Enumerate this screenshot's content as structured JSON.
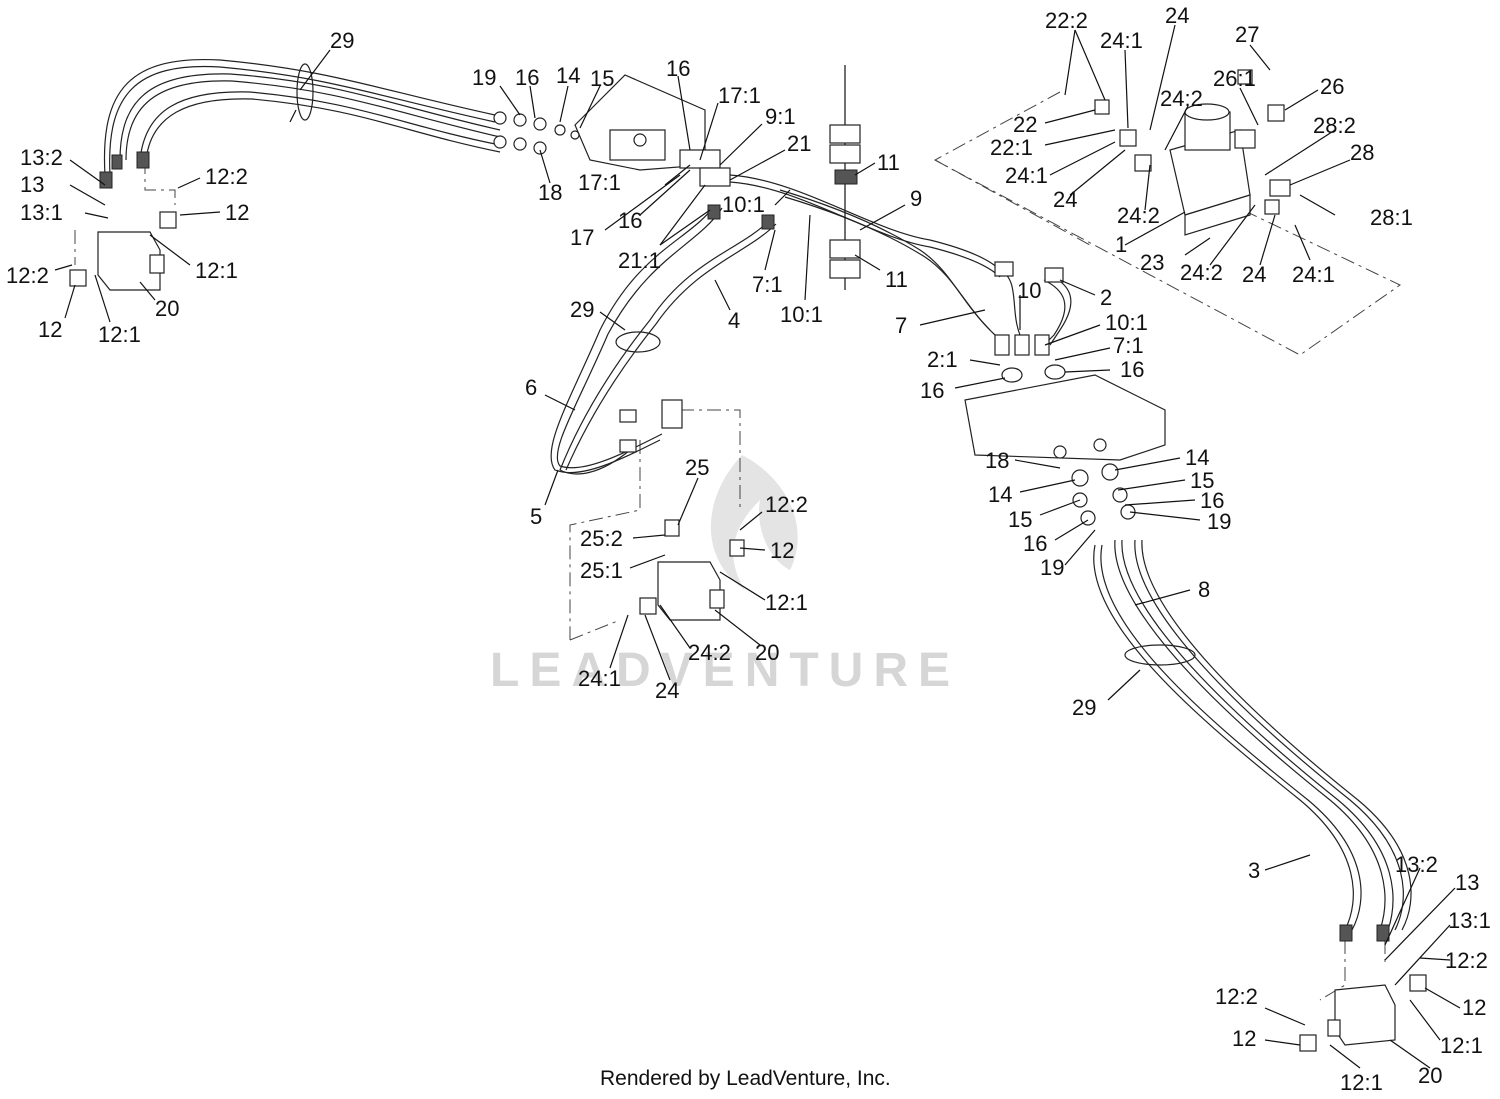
{
  "diagram": {
    "footer": "Rendered by LeadVenture, Inc.",
    "watermark": "LEADVENTURE",
    "callouts": {
      "c1": "29",
      "c2": "19",
      "c3": "16",
      "c4": "14",
      "c5": "15",
      "c6": "16",
      "c7": "17:1",
      "c8": "9:1",
      "c9": "21",
      "c10": "18",
      "c11": "17:1",
      "c12": "16",
      "c13": "17",
      "c14": "21:1",
      "c15": "10:1",
      "c16": "13:2",
      "c17": "13",
      "c18": "13:1",
      "c19": "12:2",
      "c20": "12",
      "c21": "12:1",
      "c22": "12:2",
      "c23": "12",
      "c24": "12:1",
      "c25": "20",
      "c26": "11",
      "c27": "9",
      "c28": "11",
      "c29": "7:1",
      "c30": "10:1",
      "c31": "4",
      "c32": "29",
      "c33": "6",
      "c34": "5",
      "c35": "22:2",
      "c36": "24:1",
      "c37": "24",
      "c38": "27",
      "c39": "26:1",
      "c40": "26",
      "c41": "24:2",
      "c42": "22",
      "c43": "22:1",
      "c44": "24:1",
      "c45": "28:2",
      "c46": "28",
      "c47": "24",
      "c48": "24:2",
      "c49": "28:1",
      "c50": "1",
      "c51": "23",
      "c52": "24:2",
      "c53": "24",
      "c54": "24:1",
      "c55": "10",
      "c56": "2",
      "c57": "7",
      "c58": "10:1",
      "c59": "2:1",
      "c60": "7:1",
      "c61": "16",
      "c62": "16",
      "c63": "18",
      "c64": "14",
      "c65": "14",
      "c66": "15",
      "c67": "15",
      "c68": "16",
      "c69": "16",
      "c70": "19",
      "c71": "19",
      "c72": "8",
      "c73": "29",
      "c74": "25",
      "c75": "12:2",
      "c76": "25:2",
      "c77": "12",
      "c78": "25:1",
      "c79": "12:1",
      "c80": "24:2",
      "c81": "20",
      "c82": "24:1",
      "c83": "24",
      "c84": "3",
      "c85": "13:2",
      "c86": "13",
      "c87": "13:1",
      "c88": "12:2",
      "c89": "12:2",
      "c90": "12",
      "c91": "12",
      "c92": "12:1",
      "c93": "12:1",
      "c94": "20"
    }
  }
}
